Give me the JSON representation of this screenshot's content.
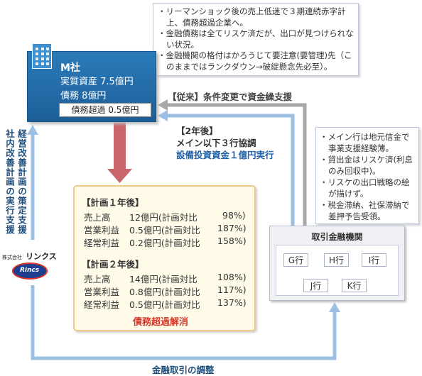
{
  "note_top": [
    "リーマンショック後の売上低迷で３期連続赤字計上、債務超過企業へ。",
    "金融債務は全てリスケ済だが、出口が見つけられない状況。",
    "金融機関の格付はかろうじて要注意(要管理)先（このままではランクダウン→破綻懸念先必至）。"
  ],
  "company": {
    "name": "M社",
    "assets": "実質資産  7.5億円",
    "debt": "債務  8億円",
    "excess_debt": "債務超過  0.5億円"
  },
  "arrow_conventional": "【従来】条件変更で資金繰支援",
  "second_year": {
    "title": "【2年後】",
    "line1": "メイン以下３行協調",
    "line2": "設備投資資金１億円実行"
  },
  "note_right": [
    "メイン行は地元信金で事業支援経験薄。",
    "貸出金はリスケ済(利息のみ回収中)。",
    "リスケの出口戦略の絵が描けず。",
    "税金滞納、社保滞納で差押予告受領。"
  ],
  "plan": {
    "year1_title": "【計画１年後】",
    "year1_rows": [
      {
        "label": "売上高",
        "value": "12億円(計画対比",
        "pct": "98%)"
      },
      {
        "label": "営業利益",
        "value": "0.5億円(計画対比",
        "pct": "187%)"
      },
      {
        "label": "経常利益",
        "value": "0.2億円(計画対比",
        "pct": "158%)"
      }
    ],
    "year2_title": "【計画２年後】",
    "year2_rows": [
      {
        "label": "売上高",
        "value": "14億円(計画対比",
        "pct": "108%)"
      },
      {
        "label": "営業利益",
        "value": "0.8億円(計画対比",
        "pct": "117%)"
      },
      {
        "label": "経常利益",
        "value": "0.5億円(計画対比",
        "pct": "137%)"
      }
    ],
    "result": "債務超過解消"
  },
  "banks": {
    "title": "取引金融機関",
    "items": [
      "G行",
      "H行",
      "I行",
      "J行",
      "K行"
    ]
  },
  "support_vertical_1": "経営改善計画の策定支援",
  "support_vertical_2": "社内改善計画の実行支援",
  "logo": {
    "company": "株式会社",
    "name": "リンクス",
    "mark": "Rincs"
  },
  "bottom_label": "金融取引の調整"
}
